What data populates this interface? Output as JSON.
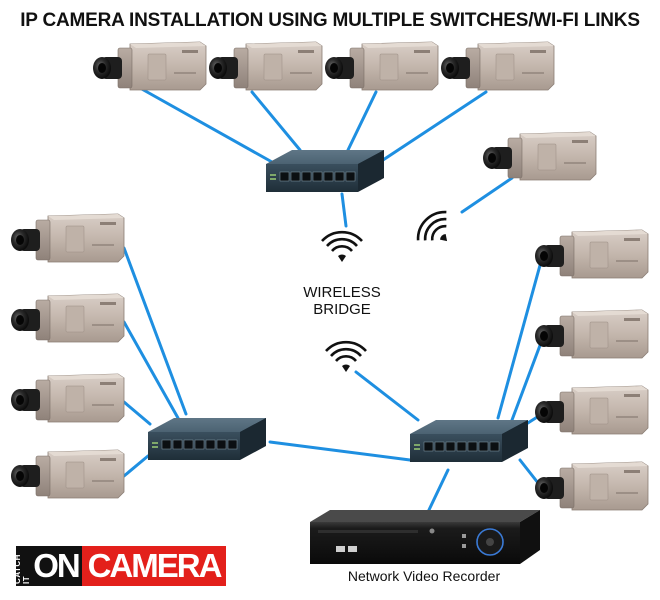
{
  "title": "IP CAMERA INSTALLATION USING MULTIPLE SWITCHES/WI-FI LINKS",
  "wireless_bridge": {
    "line1": "WIRELESS",
    "line2": "BRIDGE"
  },
  "nvr_label": "Network Video Recorder",
  "logo": {
    "small": "CATCH IT",
    "on": "ON",
    "camera": "CAMERA"
  },
  "colors": {
    "link": "#1e8fe1",
    "switch": "#2f4656",
    "nvr": "#161616",
    "logo_red": "#e3201b"
  },
  "icons": [
    "ip-camera-icon",
    "network-switch-icon",
    "wifi-signal-icon",
    "nvr-icon"
  ]
}
